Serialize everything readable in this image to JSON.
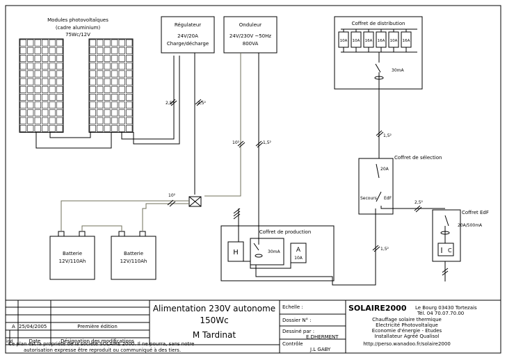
{
  "components": {
    "pv_modules": {
      "line1": "Modules photovoltaïques",
      "line2": "(cadre aluminium)",
      "line3": "75Wc/12V"
    },
    "regulator": {
      "title": "Régulateur",
      "spec1": "24V/20A",
      "spec2": "Charge/décharge"
    },
    "inverter": {
      "title": "Onduleur",
      "spec1": "24V/230V ~50Hz",
      "spec2": "800VA"
    },
    "distribution_box": {
      "title": "Coffret de distribution",
      "breakers": [
        "10A",
        "10A",
        "16A",
        "16A",
        "10A",
        "16A"
      ],
      "rcd": "30mA"
    },
    "selection_box": {
      "title": "Coffret de sélection",
      "rating": "20A",
      "left_label": "Secours",
      "right_label": "EdF"
    },
    "edf_box": {
      "title": "Coffret EdF",
      "breaker": "20A/500mA",
      "meter": "C"
    },
    "production_box": {
      "title": "Coffret de production",
      "left_module": "H",
      "rcd": "30mA",
      "ammeter": "A",
      "fuse": "10A"
    },
    "batteries": [
      {
        "name": "Batterie",
        "spec": "12V/110Ah"
      },
      {
        "name": "Batterie",
        "spec": "12V/110Ah"
      }
    ]
  },
  "cable_labels": {
    "pv_left": "2,5²",
    "pv_right": "2,5²",
    "battery": "10²",
    "inverter_dc": "10²",
    "inverter_ac": "1,5²",
    "distribution_down": "1,5²",
    "edf_link": "2,5²",
    "production_link": "1,5²"
  },
  "title_block": {
    "title_line1": "Alimentation 230V autonome",
    "title_line2": "150Wc",
    "title_line3": "M Tardinat",
    "echelle_label": "Echelle :",
    "dossier_label": "Dossier N° :",
    "dessine_label": "Dessiné par :",
    "dessine_value": "E.DHERMENT",
    "controle_label": "Contrôle",
    "controle_value": "J.L GABY",
    "revision_index": "A",
    "revision_date": "25/04/2005",
    "revision_desc": "Première édition",
    "col_index": "ind",
    "col_date": "Date",
    "col_desc": "Désignation des modifications",
    "company_name": "SOLAIRE2000",
    "company_address": "Le Bourg 03430 Tortezais",
    "company_tel": "Tél. 04 70.07.70.00",
    "company_line1": "Chauffage solaire thermique",
    "company_line2": "Electricité Photovoltaïque",
    "company_line3": "Economie d'énergie - Etudes",
    "company_line4": "Installateur Agréé Qualisol",
    "company_url": "http://perso.wanadoo.fr/solaire2000",
    "notice_line1": "Ce plan est la propriété de la société SOLAIRE 2000. Il ne pourra, sans notre",
    "notice_line2": "autorisation expresse être reproduit ou communiqué à des tiers."
  }
}
